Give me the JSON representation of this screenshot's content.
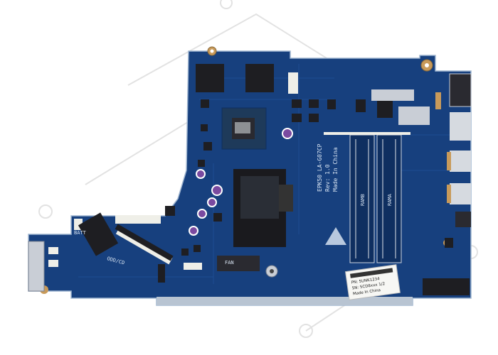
{
  "photo": {
    "silkscreen": {
      "board_id": "EPK50 LA-G07CP",
      "rev": "Rev: 1.0",
      "made_in": "Made In China",
      "ramb": "RAMB",
      "rama": "RAMA",
      "conn_mid": "ODD/CD",
      "conn_bottom": "FAN",
      "batt": "BATT"
    },
    "sticker": {
      "line1": "PN: 5UNK1234",
      "line2": "SN: 5CD8xxx 1/2",
      "line3": "Made In China"
    },
    "watermark": {
      "colors": {
        "stroke": "#e0e0e0"
      }
    },
    "colors": {
      "pcb": "#17407e",
      "pcb_dark": "#0f2f60",
      "pcb_edge": "#9fb5d0",
      "chip": "#1e1e22",
      "gold": "#c89a5a",
      "silver": "#c9ced6",
      "white_conn": "#efefe8"
    }
  }
}
